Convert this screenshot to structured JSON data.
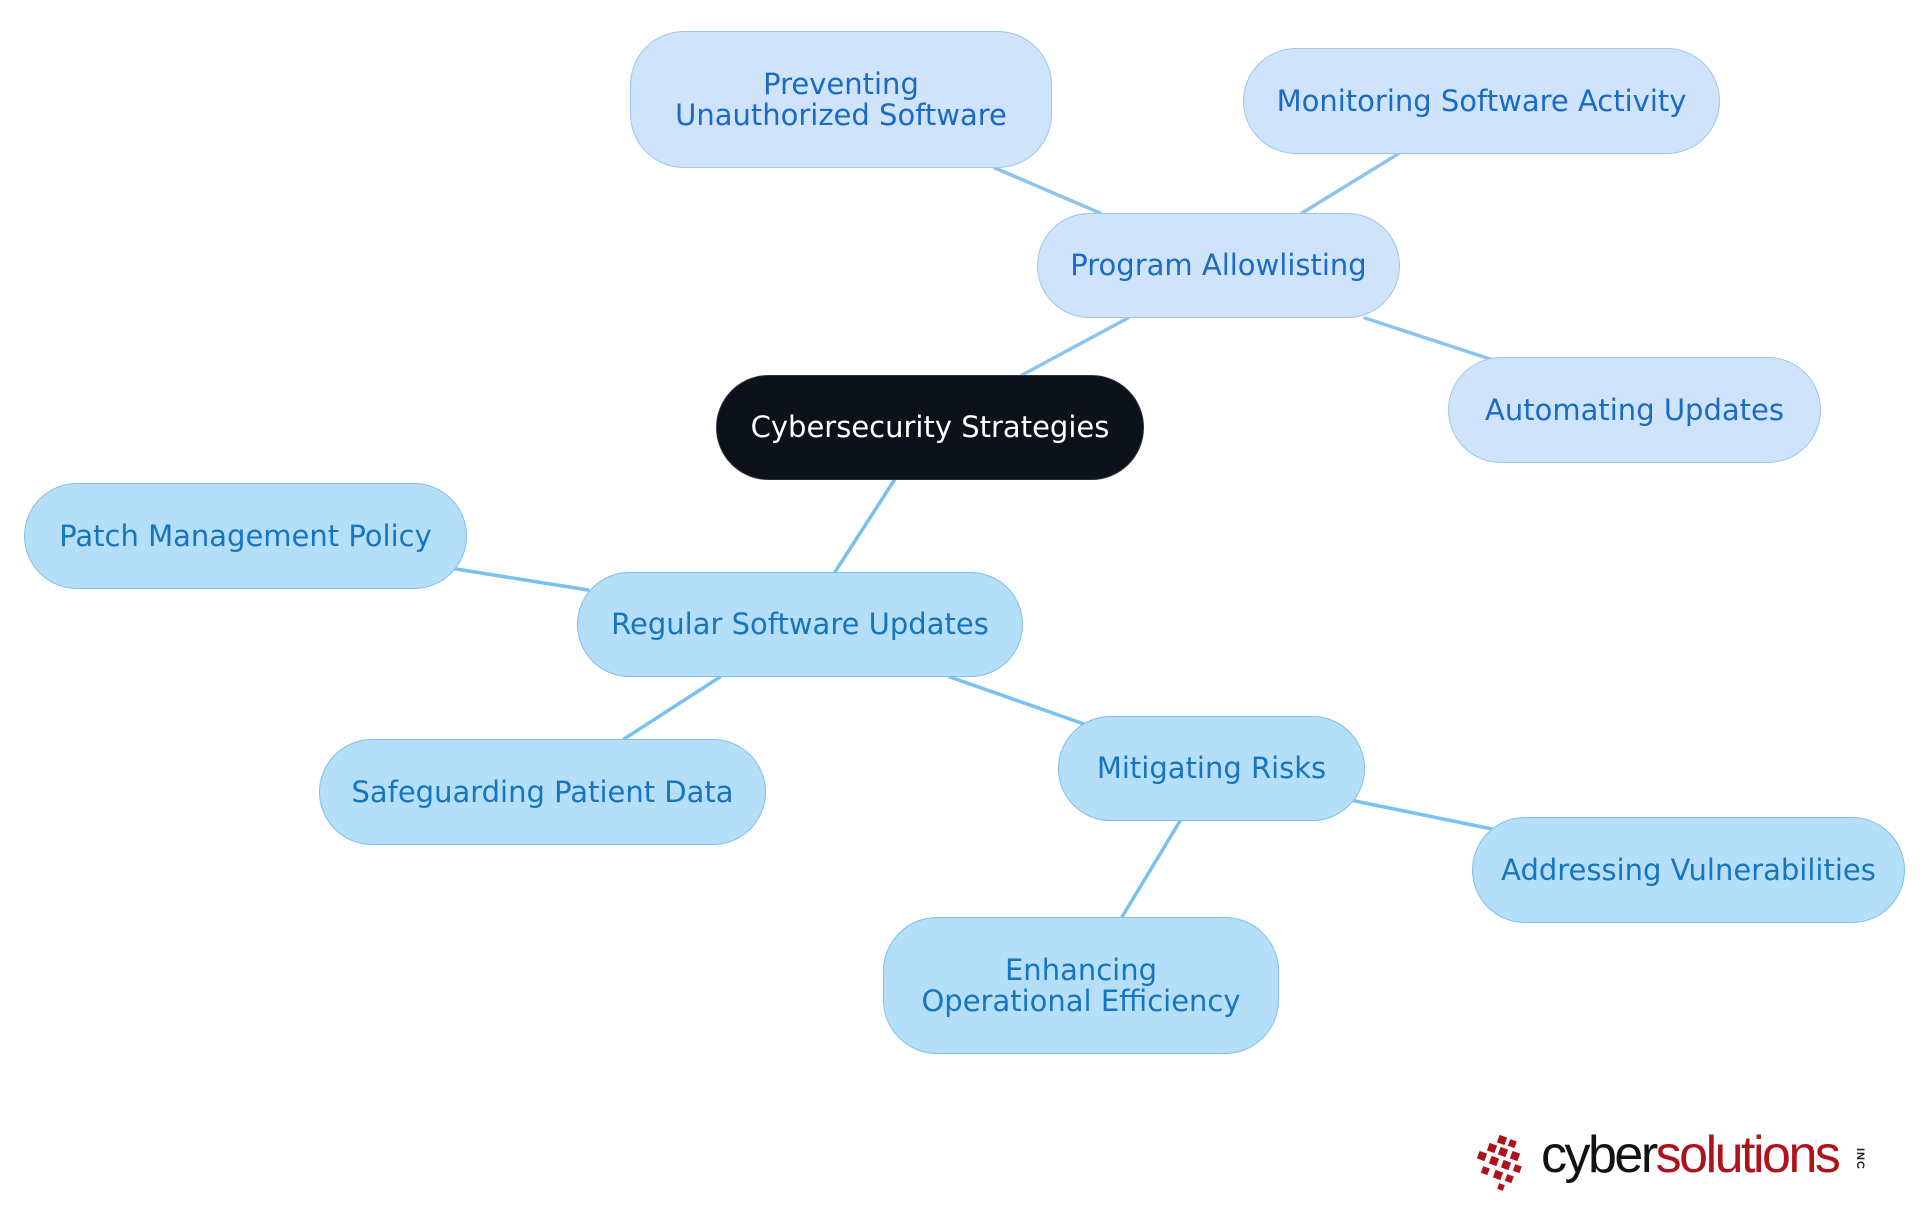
{
  "diagram": {
    "type": "mind-map",
    "root": {
      "id": "root",
      "label": "Cybersecurity Strategies"
    },
    "nodes": [
      {
        "id": "allowlisting",
        "label": "Program Allowlisting",
        "parent": "root"
      },
      {
        "id": "preventing",
        "label": "Preventing Unauthorized Software",
        "parent": "allowlisting"
      },
      {
        "id": "monitoring",
        "label": "Monitoring Software Activity",
        "parent": "allowlisting"
      },
      {
        "id": "automating",
        "label": "Automating Updates",
        "parent": "allowlisting"
      },
      {
        "id": "updates",
        "label": "Regular Software Updates",
        "parent": "root"
      },
      {
        "id": "patch",
        "label": "Patch Management Policy",
        "parent": "updates"
      },
      {
        "id": "safeguarding",
        "label": "Safeguarding Patient Data",
        "parent": "updates"
      },
      {
        "id": "mitigating",
        "label": "Mitigating Risks",
        "parent": "updates"
      },
      {
        "id": "vulnerabilities",
        "label": "Addressing Vulnerabilities",
        "parent": "mitigating"
      },
      {
        "id": "efficiency",
        "label": "Enhancing Operational Efficiency",
        "parent": "mitigating"
      }
    ],
    "colors": {
      "root_fill": "#0c111a",
      "root_text": "#ffffff",
      "branch_allowlisting_fill": "#cfe3fa",
      "branch_allowlisting_text": "#1a6bc4",
      "branch_updates_fill": "#b5def9",
      "branch_updates_text": "#1576bd",
      "edge": "#8dc3ef"
    }
  },
  "logo": {
    "icon": "red-pixel-cluster-icon",
    "word_dark": "cyber",
    "word_red": "solutions",
    "suffix": "INC",
    "colors": {
      "dark": "#121212",
      "red": "#b0121b"
    }
  }
}
